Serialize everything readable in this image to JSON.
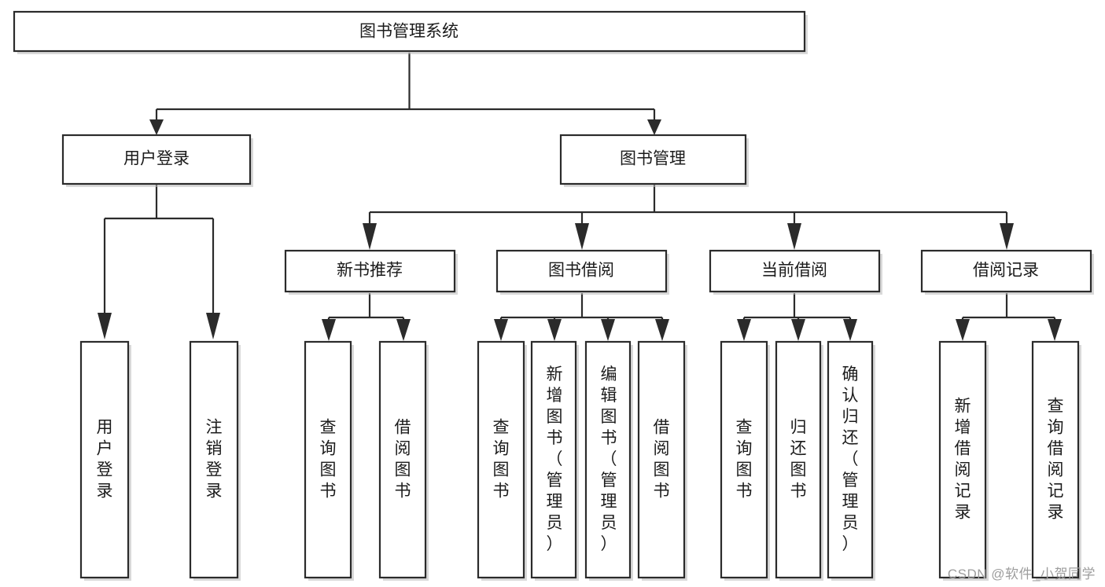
{
  "diagram": {
    "title": "图书管理系统",
    "type": "hierarchy-tree",
    "watermark": "CSDN @软件_小贺同学",
    "colors": {
      "box_fill": "#ffffff",
      "box_stroke": "#2b2b2b",
      "shadow": "#b9b9b9",
      "text": "#1b1b1b",
      "watermark": "#9d9d9d",
      "background": "#ffffff"
    },
    "levels": {
      "root": {
        "label": "图书管理系统",
        "orientation": "horizontal"
      },
      "level2": [
        {
          "label": "用户登录",
          "orientation": "horizontal"
        },
        {
          "label": "图书管理",
          "orientation": "horizontal"
        }
      ],
      "level3": [
        {
          "label": "新书推荐",
          "orientation": "horizontal",
          "parent": "图书管理"
        },
        {
          "label": "图书借阅",
          "orientation": "horizontal",
          "parent": "图书管理"
        },
        {
          "label": "当前借阅",
          "orientation": "horizontal",
          "parent": "图书管理"
        },
        {
          "label": "借阅记录",
          "orientation": "horizontal",
          "parent": "图书管理"
        }
      ],
      "leaves": [
        {
          "label": "用户登录",
          "orientation": "vertical",
          "parent": "用户登录"
        },
        {
          "label": "注销登录",
          "orientation": "vertical",
          "parent": "用户登录"
        },
        {
          "label": "查询图书",
          "orientation": "vertical",
          "parent": "新书推荐"
        },
        {
          "label": "借阅图书",
          "orientation": "vertical",
          "parent": "新书推荐"
        },
        {
          "label": "查询图书",
          "orientation": "vertical",
          "parent": "图书借阅"
        },
        {
          "label": "新增图书（管理员）",
          "orientation": "vertical",
          "parent": "图书借阅"
        },
        {
          "label": "编辑图书（管理员）",
          "orientation": "vertical",
          "parent": "图书借阅"
        },
        {
          "label": "借阅图书",
          "orientation": "vertical",
          "parent": "图书借阅"
        },
        {
          "label": "查询图书",
          "orientation": "vertical",
          "parent": "当前借阅"
        },
        {
          "label": "归还图书",
          "orientation": "vertical",
          "parent": "当前借阅"
        },
        {
          "label": "确认归还（管理员）",
          "orientation": "vertical",
          "parent": "当前借阅"
        },
        {
          "label": "新增借阅记录",
          "orientation": "vertical",
          "parent": "借阅记录"
        },
        {
          "label": "查询借阅记录",
          "orientation": "vertical",
          "parent": "借阅记录"
        }
      ]
    },
    "nodes": {
      "root": "图书管理系统",
      "user_login": "用户登录",
      "book_manage": "图书管理",
      "new_book_rec": "新书推荐",
      "book_borrow": "图书借阅",
      "current_borrow": "当前借阅",
      "borrow_record": "借阅记录",
      "leaf_user_login": "用户登录",
      "leaf_logout": "注销登录",
      "leaf_query_book_1": "查询图书",
      "leaf_borrow_book_1": "借阅图书",
      "leaf_query_book_2": "查询图书",
      "leaf_add_book": "新增图书（管理员）",
      "leaf_edit_book": "编辑图书（管理员）",
      "leaf_borrow_book_2": "借阅图书",
      "leaf_query_book_3": "查询图书",
      "leaf_return_book": "归还图书",
      "leaf_confirm_return": "确认归还（管理员）",
      "leaf_add_record": "新增借阅记录",
      "leaf_query_record": "查询借阅记录"
    }
  }
}
